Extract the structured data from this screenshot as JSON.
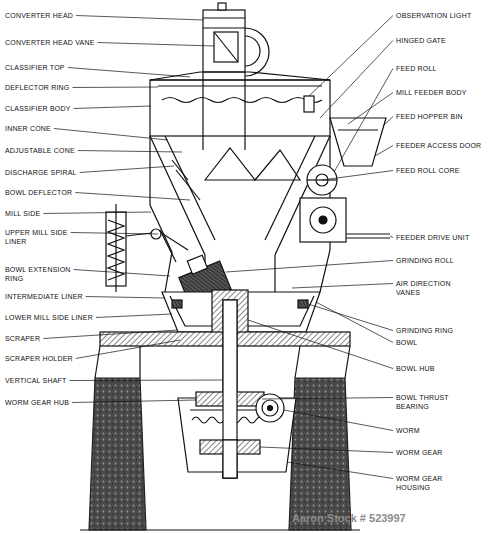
{
  "diagram": {
    "labels": [
      "CONVERTER HEAD",
      "CONVERTER HEAD VANE",
      "CLASSIFIER TOP",
      "DEFLECTOR RING",
      "CLASSIFIER BODY",
      "INNER CONE",
      "ADJUSTABLE CONE",
      "DISCHARGE SPIRAL",
      "BOWL DEFLECTOR",
      "MILL SIDE",
      "UPPER MILL SIDE LINER",
      "BOWL EXTENSION RING",
      "INTERMEDIATE LINER",
      "LOWER MILL SIDE LINER",
      "SCRAPER",
      "SCRAPER HOLDER",
      "VERTICAL SHAFT",
      "WORM GEAR HUB",
      "OBSERVATION LIGHT",
      "HINGED GATE",
      "FEED ROLL",
      "MILL FEEDER BODY",
      "FEED HOPPER BIN",
      "FEEDER ACCESS DOOR",
      "FEED ROLL CORE",
      "FEEDER DRIVE UNIT",
      "GRINDING ROLL",
      "AIR DIRECTION VANES",
      "GRINDING RING",
      "BOWL",
      "BOWL HUB",
      "BOWL THRUST BEARING",
      "WORM",
      "WORM GEAR",
      "WORM GEAR HOUSING",
      "Aaron Stock # 523997"
    ]
  }
}
